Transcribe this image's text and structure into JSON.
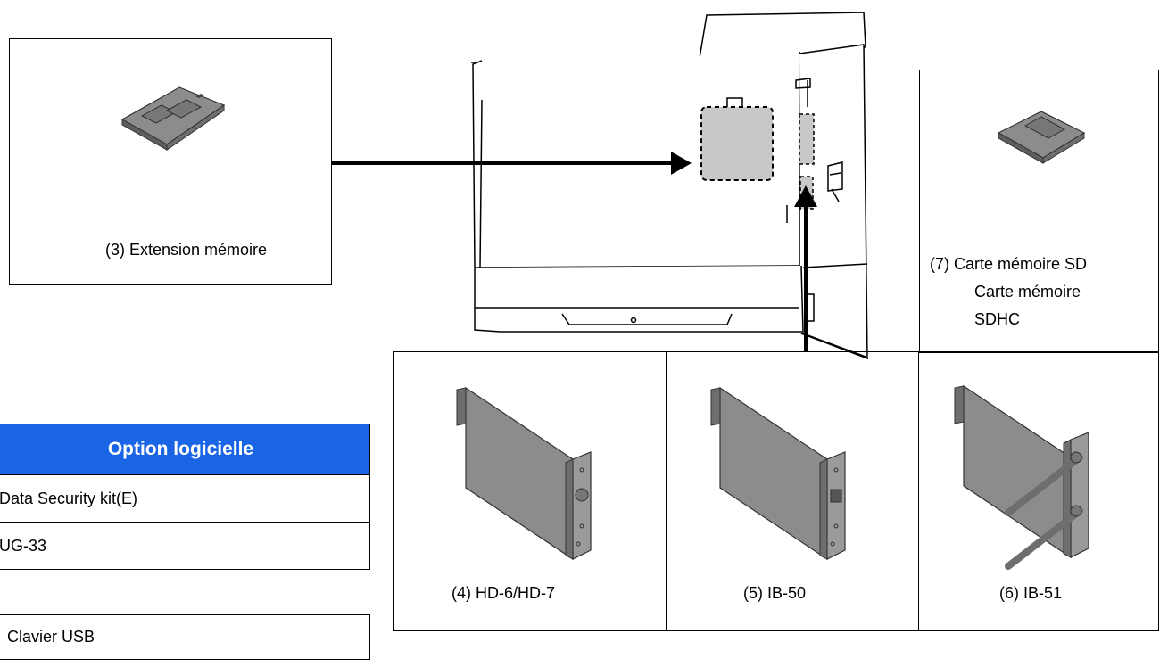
{
  "options": {
    "memory": "(3) Extension mémoire",
    "hdd": "(4) HD-6/HD-7",
    "ib50": "(5) IB-50",
    "ib51": "(6) IB-51",
    "sd_line1": "(7) Carte mémoire SD",
    "sd_line2": "Carte mémoire",
    "sd_line3": "SDHC"
  },
  "software": {
    "header": "Option logicielle",
    "rows": [
      "Data Security kit(E)",
      "UG-33"
    ],
    "usb": "Clavier USB"
  },
  "colors": {
    "header_bg": "#1a64e6",
    "part_gray": "#8c8c8c",
    "part_dark": "#6e6e6e"
  },
  "icons": [
    "memory-module-icon",
    "sd-card-icon",
    "hdd-card-icon",
    "network-card-icon",
    "wireless-card-icon",
    "printer-illustration"
  ]
}
